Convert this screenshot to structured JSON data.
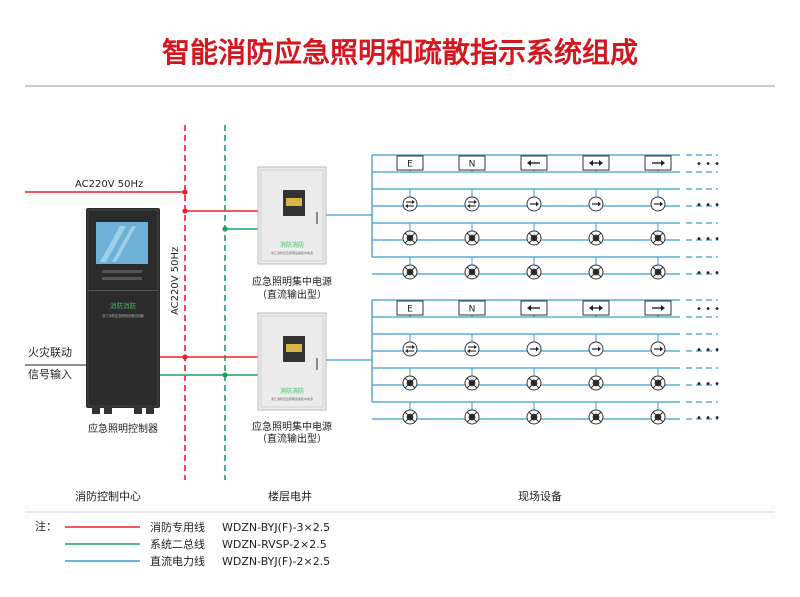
{
  "title": "智能消防应急照明和疏散指示系统组成",
  "power_label_horizontal": "AC220V  50Hz",
  "power_label_vertical": "AC220V  50Hz",
  "fire_link_input_line1": "火灾联动",
  "fire_link_input_line2": "信号输入",
  "controller": {
    "caption": "应急照明控制器",
    "brand": "消防消防",
    "panel_text": "浙江消防应急照明设备控制器"
  },
  "power_supply_units": [
    {
      "caption_line1": "应急照明集中电源",
      "caption_line2": "（直流输出型）",
      "brand": "消防消防",
      "panel_text": "浙江消防应急照明设备集中电源"
    },
    {
      "caption_line1": "应急照明集中电源",
      "caption_line2": "（直流输出型）",
      "brand": "消防消防",
      "panel_text": "浙江消防应急照明设备集中电源"
    }
  ],
  "sign_row_labels": [
    "E",
    "N"
  ],
  "ellipsis": "• • •",
  "sections": {
    "control_center": "消防控制中心",
    "floor_shaft": "楼层电井",
    "field_devices": "现场设备"
  },
  "legend": {
    "prefix": "注：",
    "items": [
      {
        "name": "消防专用线",
        "spec": "WDZN-BYJ(F)-3×2.5",
        "color": "#e8202a"
      },
      {
        "name": "系统二总线",
        "spec": "WDZN-RVSP-2×2.5",
        "color": "#1aa060"
      },
      {
        "name": "直流电力线",
        "spec": "WDZN-BYJ(F)-2×2.5",
        "color": "#3a9ed0"
      }
    ]
  },
  "colors": {
    "title": "#d4161f",
    "fire_line": "#e8202a",
    "bus_line": "#1aa060",
    "power_line": "#3a9ed0",
    "controller_body": "#2b2b2b",
    "cabinet_body": "#e8e8e8"
  }
}
